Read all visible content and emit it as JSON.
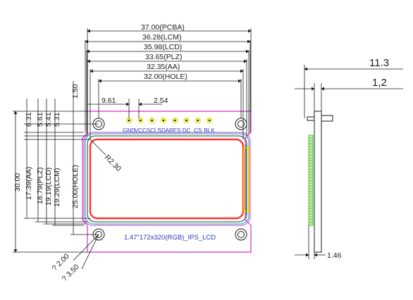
{
  "top_dims": [
    "37.00(PCBA)",
    "36.28(LCM)",
    "35.98(LCD)",
    "33.65(PLZ)",
    "32.35(AA)",
    "32.00(HOLE)"
  ],
  "small_top": {
    "left": "9.61",
    "right": "2.54"
  },
  "left_dims": [
    "6.31",
    "5.61",
    "5.41",
    "5.31",
    "1.50"
  ],
  "left_vertical_dims": [
    "30.00",
    "17.39(AA)",
    "18.79(PLZ)",
    "19.19(LCD)",
    "19.29(LCM)",
    "25.00(HOLE)"
  ],
  "corner_radius": "R2.30",
  "hole_dims": [
    "? 2.00",
    "? 3.50"
  ],
  "pins": [
    "GND",
    "VCC",
    "SCL",
    "SDA",
    "RES",
    "DC",
    "CS",
    "BLK"
  ],
  "model_label": "1.47\"172x320(RGB)_IPS_LCD",
  "side_dims": {
    "total": "11.3",
    "pin": "1,2",
    "board": "1.46"
  },
  "colors": {
    "dim_line": "#1a1a1a",
    "pcb": "#cc33cc",
    "panel": "#ff3333",
    "label": "#2a33b8",
    "pin_pad": "#e8e800",
    "fpc": "#33cc33"
  }
}
